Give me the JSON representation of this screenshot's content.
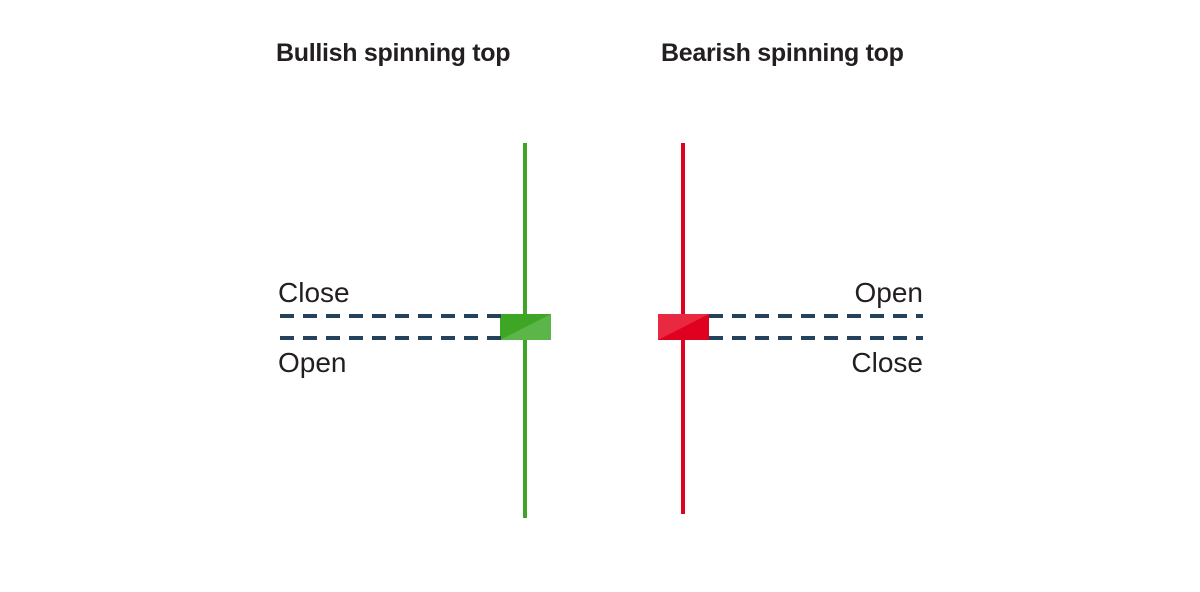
{
  "chart_data": {
    "type": "diagram",
    "title": "",
    "subtitle": "",
    "xlabel": "",
    "ylabel": "",
    "grid": false,
    "legend": "none",
    "panels": [
      {
        "id": "bullish",
        "title": "Bullish spinning top",
        "candle_color": "#3fa524",
        "candle_color_light": "#5cb548",
        "sentiment": "bullish",
        "body_top_label": "Close",
        "body_bottom_label": "Open",
        "label_side": "left",
        "ohlc": {
          "open": "Open",
          "close": "Close",
          "high": "upper shadow",
          "low": "lower shadow"
        }
      },
      {
        "id": "bearish",
        "title": "Bearish spinning top",
        "candle_color": "#e00020",
        "candle_color_light": "#e8293f",
        "sentiment": "bearish",
        "body_top_label": "Open",
        "body_bottom_label": "Close",
        "label_side": "right",
        "ohlc": {
          "open": "Open",
          "close": "Close",
          "high": "upper shadow",
          "low": "lower shadow"
        }
      }
    ]
  },
  "titles": {
    "bullish": "Bullish spinning top",
    "bearish": "Bearish spinning top"
  },
  "labels": {
    "bullish_top": "Close",
    "bullish_bottom": "Open",
    "bearish_top": "Open",
    "bearish_bottom": "Close"
  },
  "colors": {
    "background": "#ffffff",
    "text": "#231f20",
    "dash": "#24425c",
    "bullish": "#3fa524",
    "bullish_light": "#5cb548",
    "bearish": "#e00020",
    "bearish_light": "#e8293f"
  }
}
